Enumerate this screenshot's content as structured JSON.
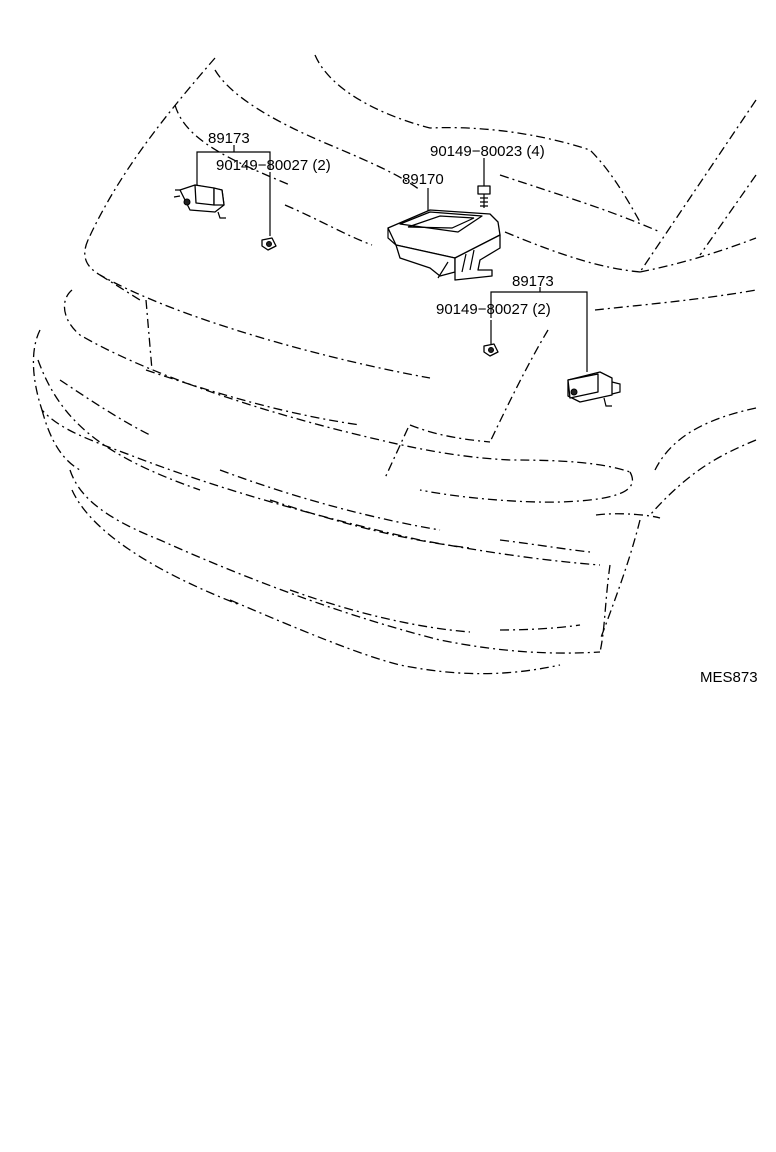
{
  "diagram": {
    "labels": {
      "sensor_left_part": "89173",
      "sensor_left_bolt": "90149−80027 (2)",
      "center_bolt": "90149−80023 (4)",
      "computer_part": "89170",
      "sensor_right_part": "89173",
      "sensor_right_bolt": "90149−80027 (2)",
      "figure_code": "MES873"
    }
  }
}
